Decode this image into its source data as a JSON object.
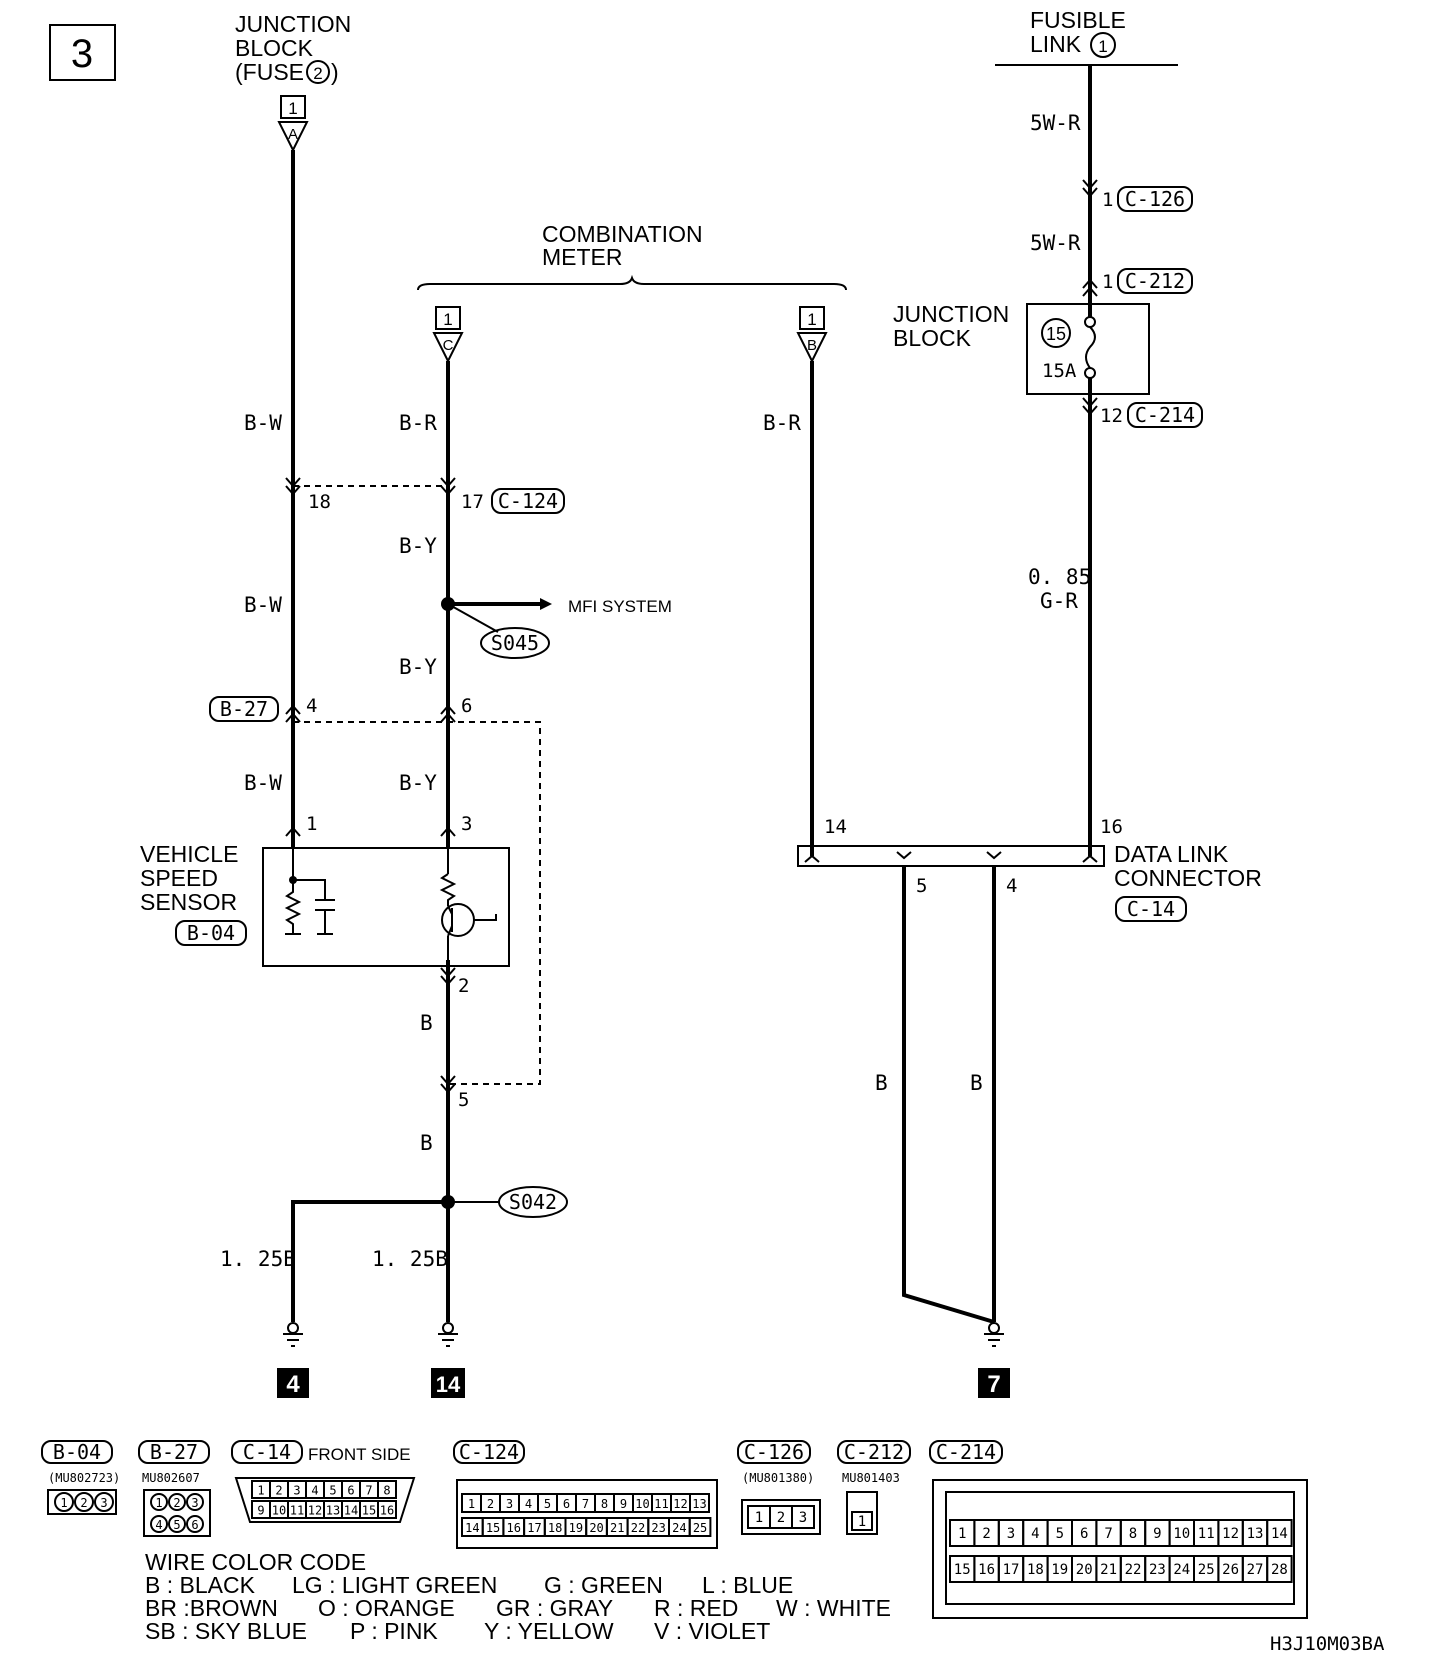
{
  "page_number": "3",
  "figure_code": "H3J10M03BA",
  "sources": {
    "junction_block_fuse": [
      "JUNCTION",
      "BLOCK",
      "(FUSE",
      "2",
      ")"
    ],
    "fusible_link": [
      "FUSIBLE",
      "LINK",
      "1"
    ],
    "combination_meter": [
      "COMBINATION",
      "METER"
    ],
    "pin_box": "1",
    "pin_a": "A",
    "pin_c": "C",
    "pin_b": "B"
  },
  "junction_block": {
    "label": [
      "JUNCTION",
      "BLOCK"
    ],
    "fuse_number": "15",
    "fuse_rating": "15A"
  },
  "wires": {
    "bw": "B-W",
    "br": "B-R",
    "by": "B-Y",
    "b": "B",
    "gauge_125b": "1. 25B",
    "w5r": "5W-R",
    "gauge_085": "0. 85",
    "gr": "G-R"
  },
  "connectors": {
    "c126": "C-126",
    "c212": "C-212",
    "c214": "C-214",
    "c124": "C-124",
    "b27": "B-27",
    "b04": "B-04",
    "c14": "C-14"
  },
  "pins": {
    "p18": "18",
    "p17": "17",
    "p4": "4",
    "p6": "6",
    "p1": "1",
    "p3": "3",
    "p2": "2",
    "p5": "5",
    "p14": "14",
    "p16": "16",
    "p12": "12"
  },
  "splices": {
    "s045": "S045",
    "s042": "S042"
  },
  "mfi_system": "MFI SYSTEM",
  "vehicle_speed_sensor": [
    "VEHICLE",
    "SPEED",
    "SENSOR"
  ],
  "data_link_connector": [
    "DATA LINK",
    "CONNECTOR"
  ],
  "grounds": [
    "4",
    "14",
    "7"
  ],
  "connector_views": {
    "b04": {
      "name": "B-04",
      "part": "(MU802723)",
      "pins": [
        "1",
        "2",
        "3"
      ]
    },
    "b27": {
      "name": "B-27",
      "part": "MU802607",
      "pins": [
        "1",
        "2",
        "3",
        "4",
        "5",
        "6"
      ]
    },
    "c14": {
      "name": "C-14",
      "note": "FRONT SIDE",
      "row1": [
        "1",
        "2",
        "3",
        "4",
        "5",
        "6",
        "7",
        "8"
      ],
      "row2": [
        "9",
        "10",
        "11",
        "12",
        "13",
        "14",
        "15",
        "16"
      ]
    },
    "c124": {
      "name": "C-124",
      "row1": [
        "1",
        "2",
        "3",
        "4",
        "5",
        "6",
        "7",
        "8",
        "9",
        "10",
        "11",
        "12",
        "13"
      ],
      "row2": [
        "14",
        "15",
        "16",
        "17",
        "18",
        "19",
        "20",
        "21",
        "22",
        "23",
        "24",
        "25"
      ]
    },
    "c126": {
      "name": "C-126",
      "part": "(MU801380)",
      "pins": [
        "1",
        "2",
        "3"
      ]
    },
    "c212": {
      "name": "C-212",
      "part": "MU801403",
      "pins": [
        "1"
      ]
    },
    "c214": {
      "name": "C-214",
      "row1": [
        "1",
        "2",
        "3",
        "4",
        "5",
        "6",
        "7",
        "8",
        "9",
        "10",
        "11",
        "12",
        "13",
        "14"
      ],
      "row2": [
        "15",
        "16",
        "17",
        "18",
        "19",
        "20",
        "21",
        "22",
        "23",
        "24",
        "25",
        "26",
        "27",
        "28"
      ]
    }
  },
  "wire_color_code": {
    "title": "WIRE COLOR CODE",
    "rows": [
      [
        "B : BLACK",
        "LG : LIGHT GREEN",
        "G : GREEN",
        "L : BLUE"
      ],
      [
        "BR :BROWN",
        "O : ORANGE",
        "GR : GRAY",
        "R : RED",
        "W : WHITE"
      ],
      [
        "SB : SKY BLUE",
        "P : PINK",
        "Y : YELLOW",
        "V : VIOLET"
      ]
    ]
  }
}
